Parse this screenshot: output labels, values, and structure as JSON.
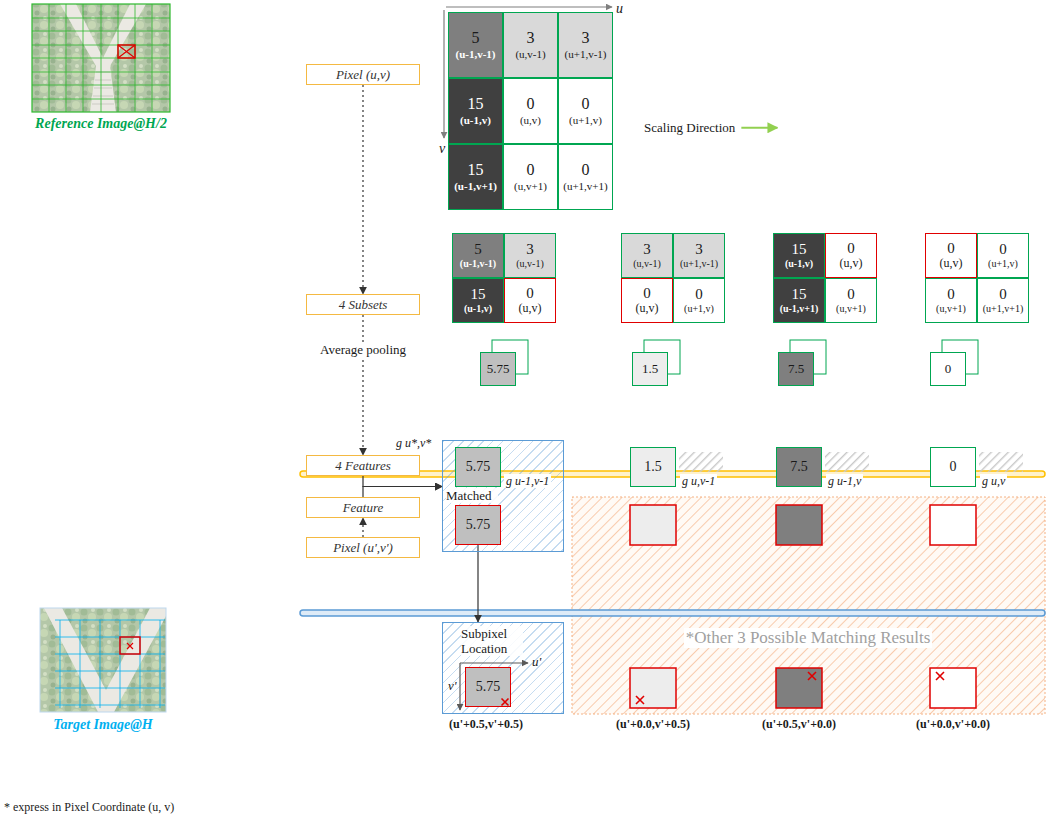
{
  "diagram": {
    "nodes": [
      {
        "text": [
          "Pixel (u,v)"
        ]
      },
      {
        "text": [
          "5",
          "(u-1,v-1)"
        ]
      },
      {
        "text": [
          "3",
          "(u,v-1)"
        ]
      },
      {
        "text": [
          "3",
          "(u+1,v-1)"
        ]
      },
      {
        "text": [
          "15",
          "(u-1,v)"
        ]
      },
      {
        "text": [
          "0",
          "(u,v)"
        ]
      },
      {
        "text": [
          "0",
          "(u+1,v)"
        ]
      },
      {
        "text": [
          "15",
          "(u-1,v+1)"
        ]
      },
      {
        "text": [
          "0",
          "(u,v+1)"
        ]
      },
      {
        "text": [
          "0",
          "(u+1,v+1)"
        ]
      },
      {
        "text": [
          "4 Subsets"
        ]
      },
      {
        "text": [
          "5",
          "(u-1,v-1)"
        ]
      },
      {
        "text": [
          "3",
          "(u,v-1)"
        ]
      },
      {
        "text": [
          "15",
          "(u-1,v)"
        ]
      },
      {
        "text": [
          "0",
          "(u,v)"
        ]
      },
      {
        "text": [
          "3",
          "(u,v-1)"
        ]
      },
      {
        "text": [
          "3",
          "(u+1,v-1)"
        ]
      },
      {
        "text": [
          "0",
          "(u,v)"
        ]
      },
      {
        "text": [
          "0",
          "(u+1,v)"
        ]
      },
      {
        "text": [
          "15",
          "(u-1,v)"
        ]
      },
      {
        "text": [
          "0",
          "(u,v)"
        ]
      },
      {
        "text": [
          "15",
          "(u-1,v+1)"
        ]
      },
      {
        "text": [
          "0",
          "(u,v+1)"
        ]
      },
      {
        "text": [
          "0",
          "(u,v)"
        ]
      },
      {
        "text": [
          "0",
          "(u+1,v)"
        ]
      },
      {
        "text": [
          "0",
          "(u,v+1)"
        ]
      },
      {
        "text": [
          "0",
          "(u+1,v+1)"
        ]
      },
      {
        "text": [
          "5.75"
        ]
      },
      {
        "text": [
          "1.5"
        ]
      },
      {
        "text": [
          "7.5"
        ]
      },
      {
        "text": [
          "0"
        ]
      },
      {
        "text": [
          "4 Features"
        ]
      },
      {
        "text": [
          "Matched"
        ]
      },
      {
        "text": [
          "5.75"
        ],
        "in": 32
      },
      {
        "text": [
          "1.5"
        ]
      },
      {
        "text": [
          "7.5"
        ]
      },
      {
        "text": [
          "0"
        ]
      },
      {
        "text": [
          "Feature"
        ]
      },
      {
        "text": [
          "5.75"
        ],
        "in": 32
      },
      {
        "text": [
          "Pixel (u',v')"
        ]
      },
      {
        "text": [
          "Subpixel Location"
        ]
      },
      {
        "text": [
          "5.75"
        ],
        "in": 40
      }
    ],
    "edges": [
      {
        "from": 0,
        "to": 10,
        "arrow": "to"
      },
      {
        "from": 10,
        "to": 31,
        "label": "Average pooling",
        "arrow": "to"
      },
      {
        "from": 39,
        "to": 37,
        "arrow": "to"
      },
      {
        "from": 31,
        "to": 32,
        "arrow": "to"
      },
      {
        "from": 37,
        "to": 32,
        "arrow": "to"
      },
      {
        "from": 38,
        "to": 40,
        "arrow": "to"
      }
    ],
    "labels": [
      "u",
      "v",
      "Reference Image@H/2",
      "g u*,v*",
      "g u-1,v-1",
      "g u,v-1",
      "g u-1,v",
      "g u,v",
      "u'",
      "v'",
      "(u'+0.5,v'+0.5)",
      "*Other 3 Possible Matching Results",
      "(u'+0.0,v'+0.5)",
      "(u'+0.5,v'+0.0)",
      "(u'+0.0,v'+0.0)",
      "Target Image@H",
      "* express in Pixel Coordinate (u, v)"
    ],
    "legend": [
      {
        "text": "Scaling Direction"
      }
    ]
  }
}
